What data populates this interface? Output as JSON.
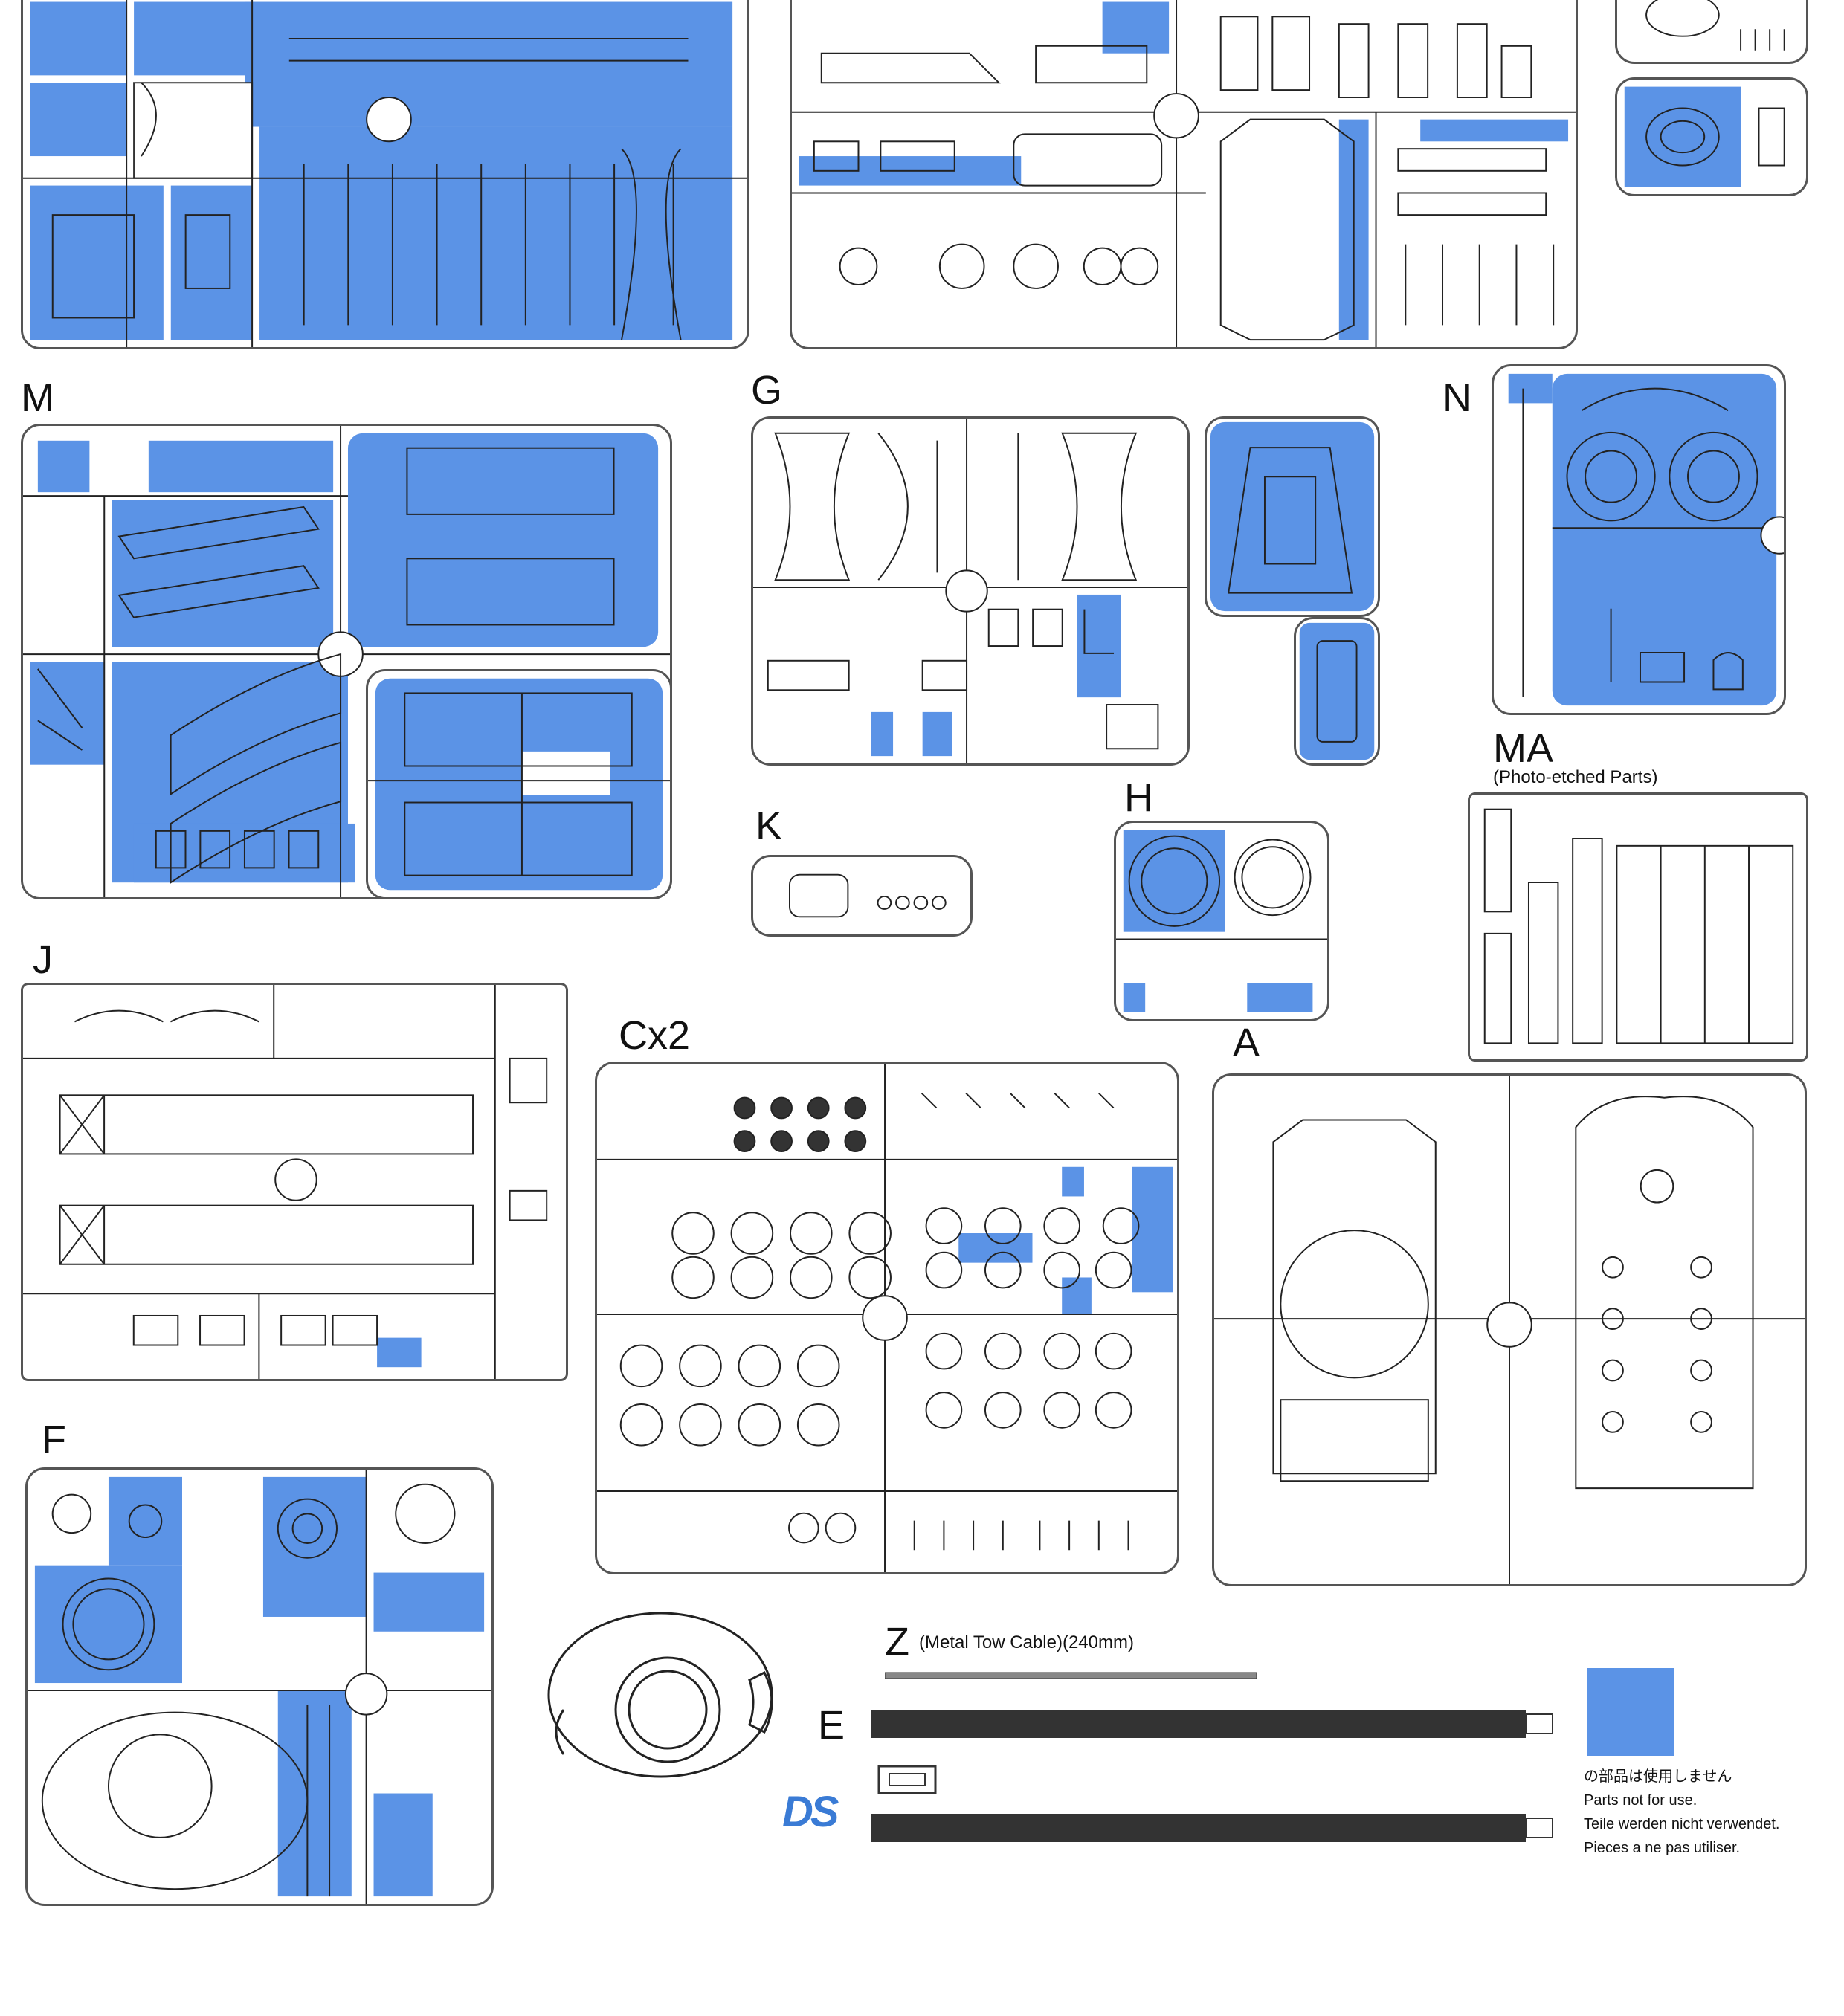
{
  "colors": {
    "unused": "#5b93e6",
    "line": "#333333",
    "frame": "#555555"
  },
  "sprues": {
    "M": {
      "label": "M"
    },
    "G": {
      "label": "G"
    },
    "N": {
      "label": "N"
    },
    "MA": {
      "label": "MA",
      "note": "(Photo-etched Parts)"
    },
    "K": {
      "label": "K"
    },
    "H": {
      "label": "H"
    },
    "J": {
      "label": "J"
    },
    "C": {
      "label": "Cx2"
    },
    "A": {
      "label": "A"
    },
    "F": {
      "label": "F"
    },
    "Z": {
      "label": "Z",
      "note": "(Metal Tow Cable)(240mm)"
    },
    "E": {
      "label": "E"
    }
  },
  "legend": {
    "jp": "の部品は使用しません",
    "en": "Parts not for use.",
    "de": "Teile werden nicht verwendet.",
    "fr": "Pieces a ne pas utiliser."
  },
  "logo": {
    "text": "DS"
  }
}
